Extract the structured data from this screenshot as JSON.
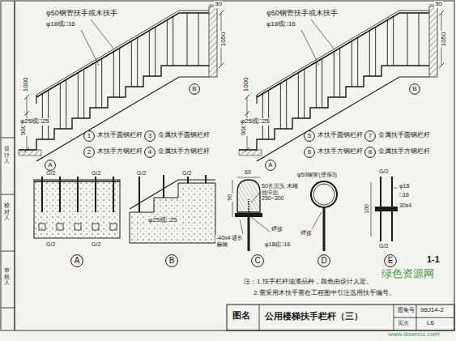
{
  "diagram": {
    "title": "公用楼梯扶手栏杆（三）",
    "nodes": [
      {
        "text": [
          "1"
        ]
      },
      {
        "text": [
          "2"
        ]
      },
      {
        "text": [
          "3"
        ]
      },
      {
        "text": [
          "4"
        ]
      },
      {
        "text": [
          "A"
        ]
      },
      {
        "text": [
          "B"
        ]
      },
      {
        "text": [
          "5"
        ]
      },
      {
        "text": [
          "6"
        ]
      },
      {
        "text": [
          "7"
        ]
      },
      {
        "text": [
          "8"
        ]
      },
      {
        "text": [
          "A"
        ]
      },
      {
        "text": [
          "B"
        ]
      },
      {
        "text": [
          "A"
        ]
      },
      {
        "text": [
          "B"
        ]
      },
      {
        "text": [
          "C"
        ]
      },
      {
        "text": [
          "D"
        ]
      },
      {
        "text": [
          "E"
        ]
      }
    ],
    "labels": [
      "30",
      "φ50钢管扶手或木扶手",
      "φ18或□16",
      "1050",
      "1000",
      "900",
      "φ25或□25",
      "30",
      "φ50钢管扶手或木扶手",
      "φ18或□16",
      "1050",
      "1000",
      "900",
      "φ25或□25",
      "木扶手圆钢栏杆",
      "木扶手方钢栏杆",
      "金属扶手圆钢栏杆",
      "金属扶手方钢栏杆",
      "木扶手圆钢栏杆",
      "木扶手方钢栏杆",
      "金属扶手圆钢栏杆",
      "金属扶手方钢栏杆",
      "G/2",
      "G/2",
      "G/2",
      "G/2",
      "G/2",
      "G/2",
      "φ25或□25",
      "60",
      "50长沉头 木螺丝中距 250~300",
      "90",
      "-40x4 通长扁钢",
      "焊接",
      "φ18或□16",
      "φ50钢管(壁厚3)",
      "焊接",
      "G/2",
      "φ18",
      "□16",
      "30x4",
      "100",
      "G/2",
      "1-1",
      "注：1.扶手栏杆油漆品种，颜色由设计人定。",
      "2.需采用木扶手需在工程图中引注选用扶手编号。",
      "图名",
      "图集号",
      "98J14-2",
      "页次",
      "L6",
      "绿色资源网",
      "www.downcc.com",
      "审核人",
      "校对人",
      "设计人"
    ]
  }
}
